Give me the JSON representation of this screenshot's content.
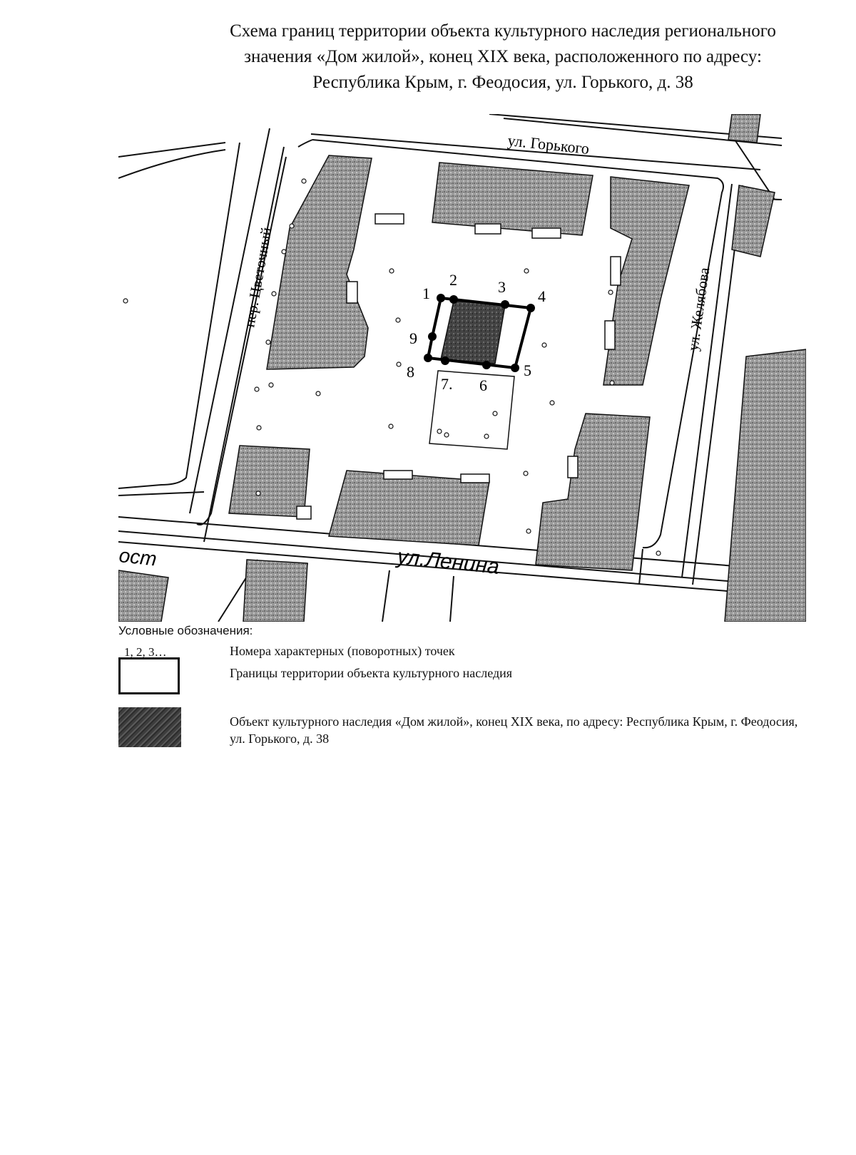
{
  "title": {
    "line1": "Схема границ территории объекта культурного наследия регионального",
    "line2": "значения «Дом жилой», конец XIX века, расположенного по адресу:",
    "line3": "Республика Крым, г. Феодосия, ул. Горького, д. 38"
  },
  "map": {
    "streets": {
      "gorkogo": "ул. Горького",
      "tsvetochny": "пер. Цветочный",
      "zhelyabova": "ул. Желябова",
      "lenina": "ул.Ленина",
      "fragment": "ост"
    },
    "points": [
      "1",
      "2",
      "3",
      "4",
      "5",
      "6",
      "7.",
      "8",
      "9"
    ]
  },
  "legend": {
    "heading": "Условные обозначения:",
    "items": [
      {
        "key": "1, 2, 3…",
        "text": "Номера характерных (поворотных) точек"
      },
      {
        "key": "",
        "text": "Границы территории объекта культурного наследия"
      },
      {
        "key": "",
        "text": "Объект культурного наследия «Дом жилой», конец XIX века, по адресу: Республика Крым, г. Феодосия, ул. Горького, д. 38"
      }
    ]
  }
}
